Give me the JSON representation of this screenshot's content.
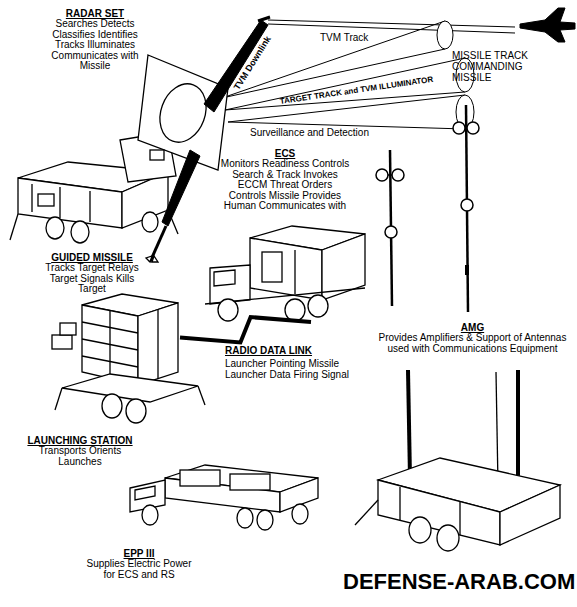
{
  "diagram": {
    "nodes": [
      {
        "text": [
          "RADAR SET",
          "Searches Detects Classifies Identifies Tracks Illuminates Communicates with Missile"
        ]
      },
      {
        "text": [
          "ECS",
          "Monitors Readiness Controls Search & Track Invokes ECCM Threat Orders Controls Missile Provides Human Communicates with"
        ]
      },
      {
        "text": [
          "GUIDED MISSILE",
          "Tracks Target Relays Target Signals Kills Target"
        ]
      },
      {
        "text": [
          "AMG",
          "Provides Amplifiers & Support of Antennas used with Communications Equipment"
        ]
      },
      {
        "text": [
          "LAUNCHING STATION",
          "Transports Orients Launches"
        ]
      },
      {
        "text": [
          "EPP III",
          "Supplies Electric Power for ECS and RS"
        ]
      }
    ],
    "edges": [
      {
        "from": 4,
        "to": 1,
        "arrow": "none",
        "label": "RADIO DATA LINK"
      }
    ],
    "labels": [
      "TVM Track",
      "TVM Downlink",
      "MISSILE TRACK COMMANDING MISSILE",
      "TARGET TRACK and TVM ILLUMINATOR",
      "Surveillance and Detection",
      "Launcher Pointing Missile Launcher Data Firing Signal",
      "DEFENSE-ARAB.COM"
    ]
  }
}
